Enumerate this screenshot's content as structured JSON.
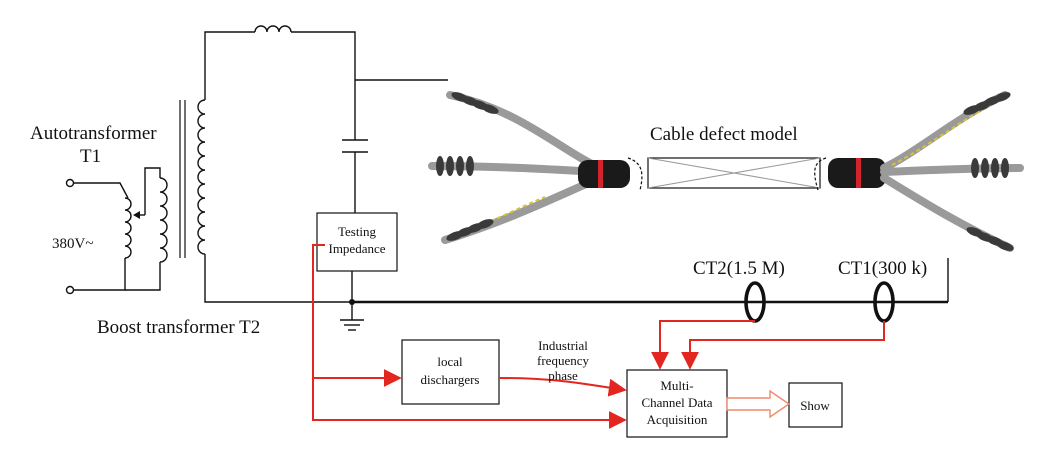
{
  "labels": {
    "autotransformer": "Autotransformer",
    "t1": "T1",
    "voltage": "380V~",
    "boost": "Boost transformer T2",
    "testing_line1": "Testing",
    "testing_line2": "Impedance",
    "cable_model": "Cable defect model",
    "ct2": "CT2(1.5 M)",
    "ct1": "CT1(300 k)",
    "industrial_line1": "Industrial",
    "industrial_line2": "frequency",
    "industrial_line3": "phase",
    "local_line1": "local",
    "local_line2": "dischargers",
    "daq_line1": "Multi-",
    "daq_line2": "Channel Data",
    "daq_line3": "Acquisition",
    "show": "Show"
  },
  "colors": {
    "wire": "#111111",
    "signal": "#e3261f",
    "hollow_arrow": "#f08a6b",
    "cable_sheath": "#9a9a9a",
    "insulator": "#3a3a3a",
    "cable_joint": "#1a1a1a",
    "joint_band": "#d2242a"
  }
}
